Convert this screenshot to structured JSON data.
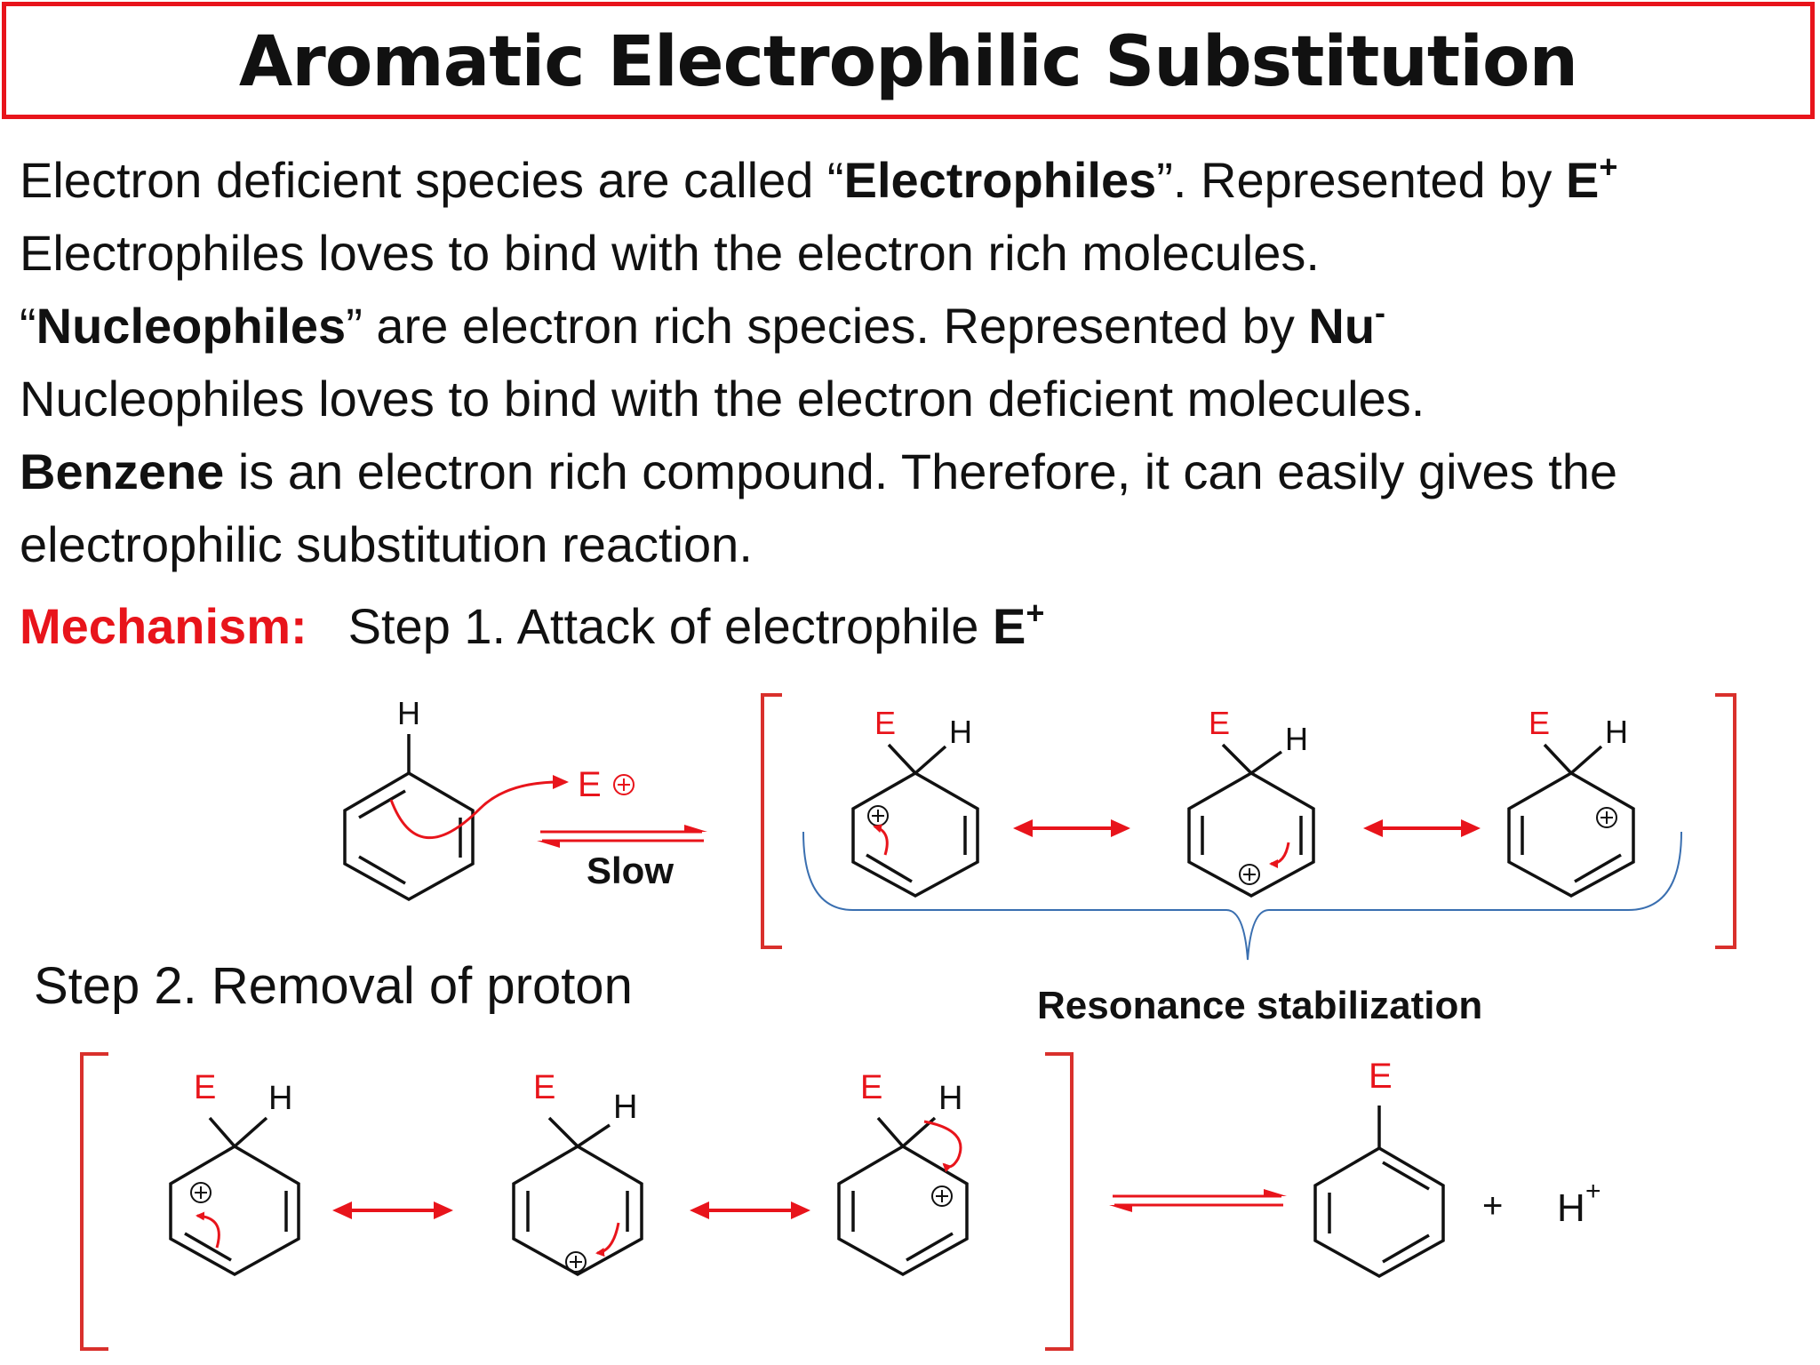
{
  "title": "Aromatic Electrophilic Substitution",
  "intro": {
    "l1_a": "Electron deficient species are called “",
    "l1_b": "Electrophiles",
    "l1_c": "”. Represented by ",
    "l1_d": "E",
    "l1_sup": "+",
    "l2": "Electrophiles loves to bind with the electron rich molecules.",
    "l3_a": "“",
    "l3_b": "Nucleophiles",
    "l3_c": "” are electron rich species. Represented by ",
    "l3_d": "Nu",
    "l3_sup": "-",
    "l4": "Nucleophiles loves to bind with the electron deficient molecules.",
    "l5_a": "Benzene",
    "l5_b": " is an electron rich compound. Therefore, it can easily gives the",
    "l6": "electrophilic substitution reaction."
  },
  "mechanism": {
    "label": "Mechanism:",
    "step1_text": "Step 1. Attack of electrophile ",
    "step1_e": "E",
    "step1_sup": "+",
    "slow": "Slow",
    "resonance": "Resonance stabilization",
    "step2": "Step 2. Removal of proton",
    "atom_h": "H",
    "atom_e": "E",
    "plus": "+",
    "proton": "H",
    "proton_sup": "+"
  },
  "colors": {
    "accent": "#e8141b",
    "brace": "#3a6fb0",
    "ink": "#111111"
  }
}
